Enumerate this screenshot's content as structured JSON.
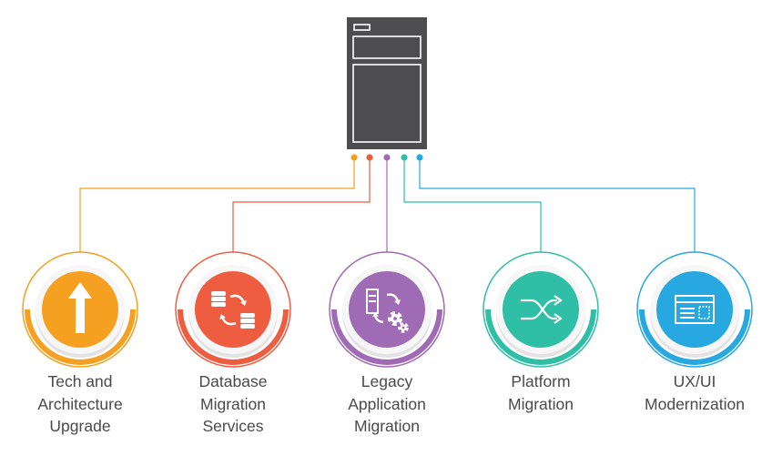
{
  "services": [
    {
      "label": "Tech and\nArchitecture\nUpgrade",
      "color": "#f5a020",
      "icon": "upload-arrow-icon"
    },
    {
      "label": "Database\nMigration\nServices",
      "color": "#ef5d41",
      "icon": "database-sync-icon"
    },
    {
      "label": "Legacy\nApplication\nMigration",
      "color": "#9f6bb4",
      "icon": "server-gears-icon"
    },
    {
      "label": "Platform\nMigration",
      "color": "#2fbfa6",
      "icon": "shuffle-arrows-icon"
    },
    {
      "label": "UX/UI\nModernization",
      "color": "#28a8e0",
      "icon": "web-layout-icon"
    }
  ],
  "server": {
    "color": "#4d4d4f",
    "icon": "server-tower-icon"
  }
}
